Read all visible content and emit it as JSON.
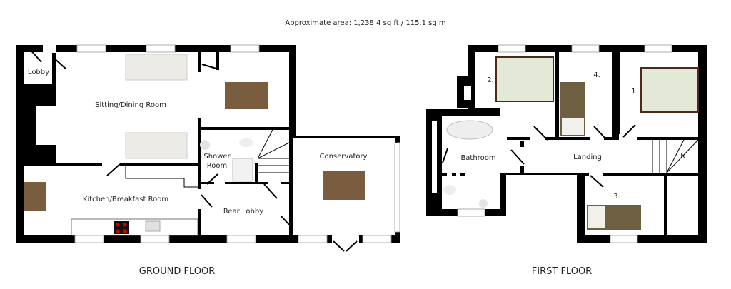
{
  "header": {
    "area": "Approximate area: 1,238.4 sq ft / 115.1 sq m"
  },
  "ground_floor": {
    "title": "GROUND FLOOR",
    "rooms": [
      "Lobby",
      "Sitting/Dining Room",
      "Shower",
      "Room",
      "Kitchen/Breakfast Room",
      "Rear Lobby",
      "Conservatory"
    ]
  },
  "first_floor": {
    "title": "FIRST FLOOR",
    "rooms": [
      "2.",
      "4.",
      "1.",
      "Bathroom",
      "Landing",
      "3."
    ]
  },
  "colors": {
    "wall": "#000000",
    "table": "#7a5c3e",
    "single_bed": "#6e5f43",
    "bed": "#e4e8d6"
  }
}
